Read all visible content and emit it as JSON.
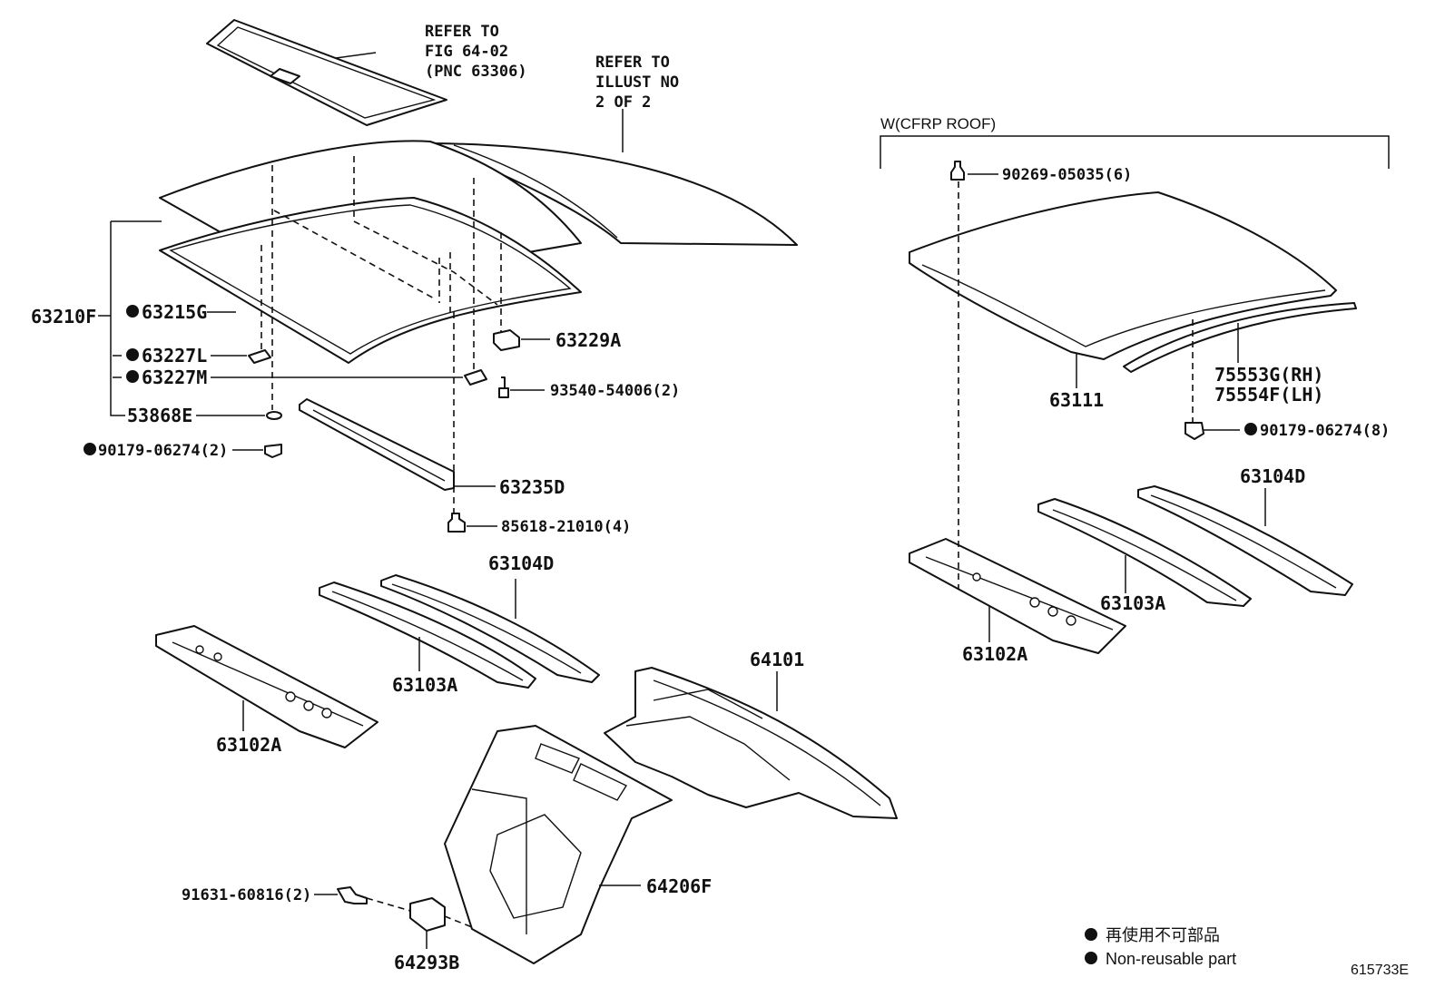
{
  "notes": {
    "sunroof_ref": [
      "REFER TO",
      "FIG 64-02",
      "(PNC 63306)"
    ],
    "illust_ref": [
      "REFER TO",
      "ILLUST NO",
      "2 OF 2"
    ]
  },
  "variant": {
    "label": "W(CFRP ROOF)"
  },
  "parts_left": {
    "p63210F": "63210F",
    "p63215G": "63215G",
    "p63227L": "63227L",
    "p63227M": "63227M",
    "p53868E": "53868E",
    "p90179_2": "90179-06274(2)",
    "p63229A": "63229A",
    "p93540": "93540-54006(2)",
    "p63235D": "63235D",
    "p85618": "85618-21010(4)",
    "p63104D": "63104D",
    "p63103A": "63103A",
    "p63102A": "63102A",
    "p64101": "64101",
    "p64206F": "64206F",
    "p91631": "91631-60816(2)",
    "p64293B": "64293B"
  },
  "parts_right": {
    "p90269": "90269-05035(6)",
    "p63111": "63111",
    "p75553G": "75553G(RH)",
    "p75554F": "75554F(LH)",
    "p90179_8": "90179-06274(8)",
    "p63104D": "63104D",
    "p63103A": "63103A",
    "p63102A": "63102A"
  },
  "legend": {
    "jp": "再使用不可部品",
    "en": "Non-reusable part"
  },
  "figure_id": "615733E"
}
